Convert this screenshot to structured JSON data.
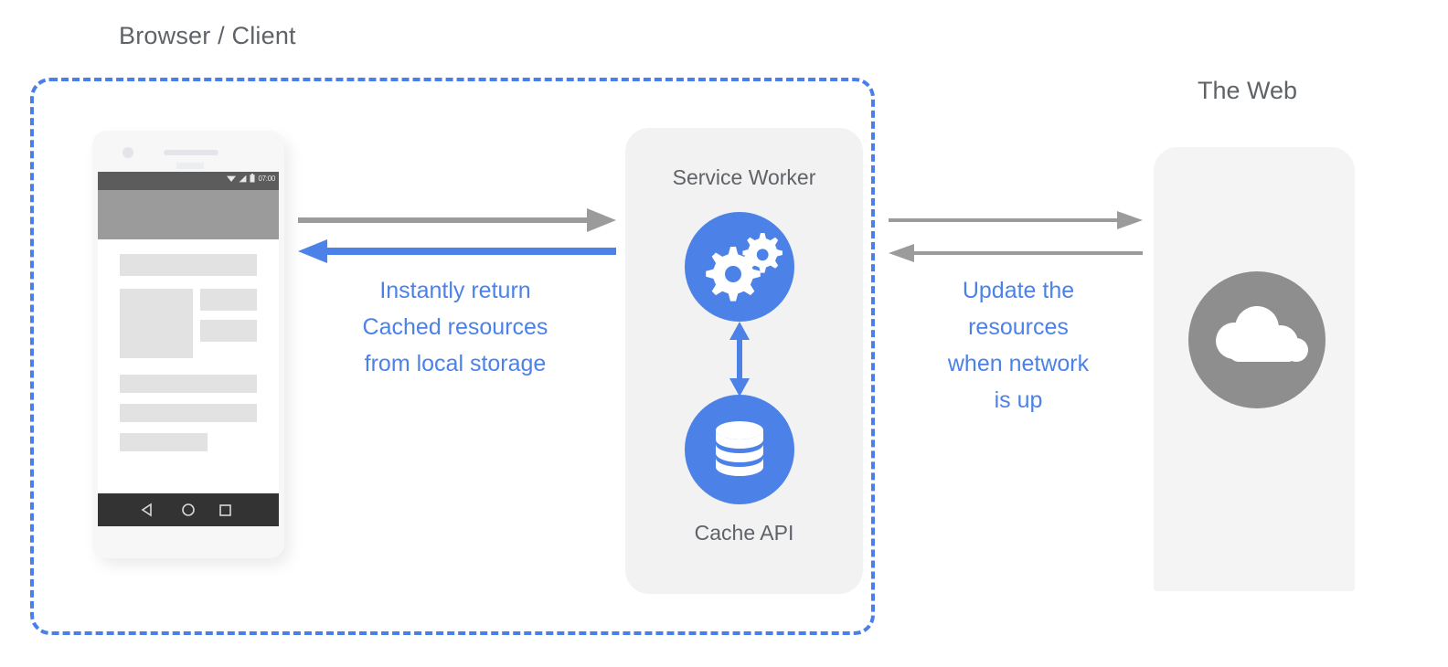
{
  "diagram": {
    "title_browser_client": "Browser / Client",
    "title_the_web": "The Web",
    "service_worker": {
      "title": "Service Worker",
      "cache_title": "Cache API",
      "gears_icon": "gears-icon",
      "database_icon": "database-icon",
      "internal_arrow_icon": "vertical-double-arrow-icon"
    },
    "web": {
      "cloud_icon": "cloud-icon"
    },
    "notes": {
      "cache_note": "Instantly return\nCached resources\nfrom local storage",
      "network_note": "Update the\nresources\nwhen network\nis up"
    },
    "arrows": {
      "request_to_sw": "arrow-right-grey",
      "response_to_phone": "arrow-left-blue",
      "sw_to_web": "arrow-right-grey",
      "web_to_sw": "arrow-left-grey"
    },
    "phone": {
      "status_time": "07:00",
      "status_icons": [
        "wifi-icon",
        "signal-icon",
        "battery-icon"
      ],
      "nav_icons": [
        "back-icon",
        "home-icon",
        "recents-icon"
      ]
    },
    "colors": {
      "blue": "#4c82e8",
      "dashed_border": "#4a7fe8",
      "grey_arrow": "#9b9b9b",
      "text_grey": "#5f6368",
      "panel_grey": "#f2f2f2",
      "web_panel_grey": "#f4f4f4",
      "cloud_circle_grey": "#8e8e8e"
    }
  }
}
